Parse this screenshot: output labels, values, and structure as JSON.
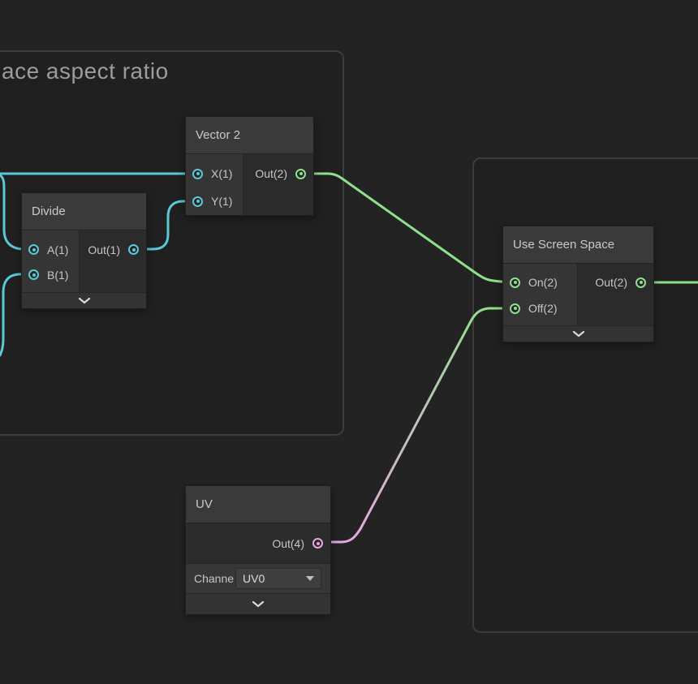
{
  "colors": {
    "cyan": "#5ac8d5",
    "green": "#8fe08a",
    "pink": "#e9a6e5"
  },
  "groups": {
    "left": {
      "title": "ace aspect ratio"
    }
  },
  "nodes": {
    "vector2": {
      "title": "Vector 2",
      "inputs": [
        {
          "label": "X(1)"
        },
        {
          "label": "Y(1)"
        }
      ],
      "outputs": [
        {
          "label": "Out(2)"
        }
      ]
    },
    "divide": {
      "title": "Divide",
      "inputs": [
        {
          "label": "A(1)"
        },
        {
          "label": "B(1)"
        }
      ],
      "outputs": [
        {
          "label": "Out(1)"
        }
      ]
    },
    "use_screen_space": {
      "title": "Use Screen Space",
      "inputs": [
        {
          "label": "On(2)"
        },
        {
          "label": "Off(2)"
        }
      ],
      "outputs": [
        {
          "label": "Out(2)"
        }
      ]
    },
    "uv": {
      "title": "UV",
      "outputs": [
        {
          "label": "Out(4)"
        }
      ],
      "channel": {
        "label": "Channe",
        "value": "UV0"
      }
    }
  },
  "edges": [
    {
      "from": "offscreen-left",
      "to": "Vector 2.X(1)",
      "type": "cyan"
    },
    {
      "from": "offscreen-left",
      "to": "Divide.A(1)",
      "type": "cyan"
    },
    {
      "from": "offscreen-left",
      "to": "Divide.B(1)",
      "type": "cyan"
    },
    {
      "from": "Divide.Out(1)",
      "to": "Vector 2.Y(1)",
      "type": "cyan"
    },
    {
      "from": "Vector 2.Out(2)",
      "to": "Use Screen Space.On(2)",
      "type": "green"
    },
    {
      "from": "UV.Out(4)",
      "to": "Use Screen Space.Off(2)",
      "type": "pink-to-green"
    },
    {
      "from": "Use Screen Space.Out(2)",
      "to": "offscreen-right",
      "type": "green"
    }
  ],
  "icons": {
    "collapse": "chevron-down",
    "dropdown": "triangle-down"
  }
}
